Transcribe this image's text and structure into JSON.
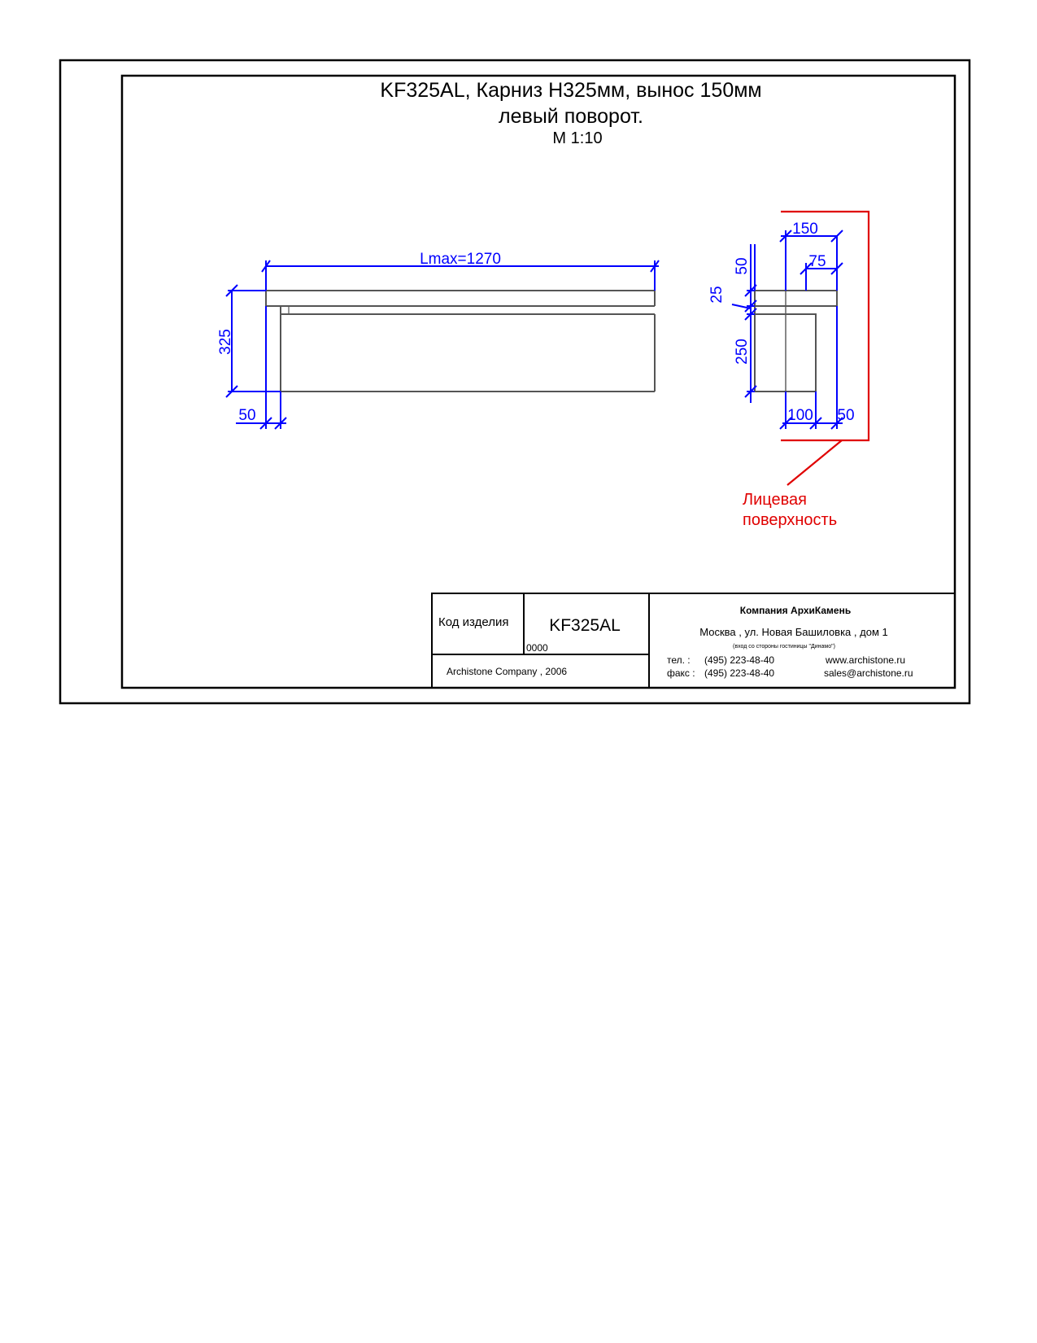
{
  "title": {
    "line1": "KF325AL, Карниз Н325мм, вынос 150мм",
    "line2": "левый поворот.",
    "scale": "М 1:10"
  },
  "dimensions": {
    "length": "Lmax=1270",
    "height": "325",
    "left_offset": "50",
    "profile_width": "150",
    "profile_top": "50",
    "profile_inner": "75",
    "profile_step": "25",
    "profile_body": "250",
    "profile_base": "100",
    "profile_base_right": "50"
  },
  "callout": {
    "line1": "Лицевая",
    "line2": "поверхность"
  },
  "title_block": {
    "code_label": "Код изделия",
    "code_value": "KF325AL",
    "sheet_number": "0000",
    "copyright": "Archistone  Company ,  2006",
    "company": "Компания  АрхиКамень",
    "address": "Москва , ул. Новая Башиловка , дом 1",
    "address_note": "(вход со стороны гостиницы \"Динамо\")",
    "tel_label": "тел.   :",
    "tel": "(495) 223-48-40",
    "fax_label": "факс :",
    "fax": "(495) 223-48-40",
    "website": "www.archistone.ru",
    "email": "sales@archistone.ru"
  },
  "colors": {
    "frame": "#000000",
    "outline": "#555555",
    "dimension": "#0000ff",
    "callout": "#e00000"
  }
}
